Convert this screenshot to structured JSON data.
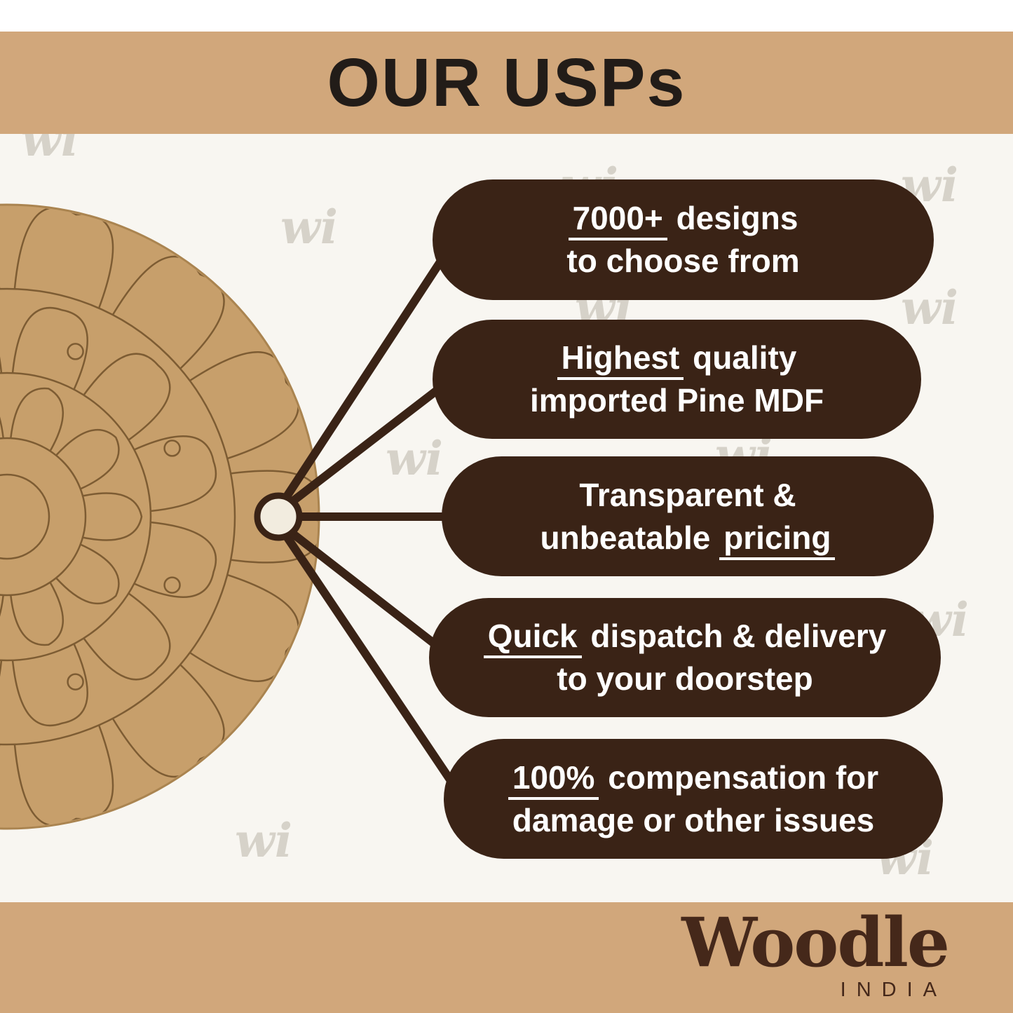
{
  "header": {
    "title": "OUR USPs"
  },
  "watermark": {
    "text": "wi"
  },
  "usps": [
    {
      "line1": {
        "pre": "",
        "mark": "7000+",
        "post": " designs"
      },
      "line2": {
        "pre": "to choose from",
        "mark": "",
        "post": ""
      }
    },
    {
      "line1": {
        "pre": "",
        "mark": "Highest",
        "post": " quality"
      },
      "line2": {
        "pre": "imported Pine MDF",
        "mark": "",
        "post": ""
      }
    },
    {
      "line1": {
        "pre": "Transparent &",
        "mark": "",
        "post": ""
      },
      "line2": {
        "pre": "unbeatable ",
        "mark": "pricing",
        "post": ""
      }
    },
    {
      "line1": {
        "pre": "",
        "mark": "Quick",
        "post": " dispatch & delivery"
      },
      "line2": {
        "pre": "to your doorstep",
        "mark": "",
        "post": ""
      }
    },
    {
      "line1": {
        "pre": "",
        "mark": "100%",
        "post": " compensation for"
      },
      "line2": {
        "pre": "damage or other issues",
        "mark": "",
        "post": ""
      }
    }
  ],
  "brand": {
    "name": "Woodle",
    "country": "INDIA"
  },
  "colors": {
    "banner_tan": "#d1a77b",
    "pill_brown": "#3a2316",
    "wood": "#c79f6b",
    "wood_line": "#7d5c33",
    "title_text": "#221c18",
    "logo_brown": "#45281a",
    "background": "#f8f6f1",
    "node_fill": "#f2ecdf"
  }
}
